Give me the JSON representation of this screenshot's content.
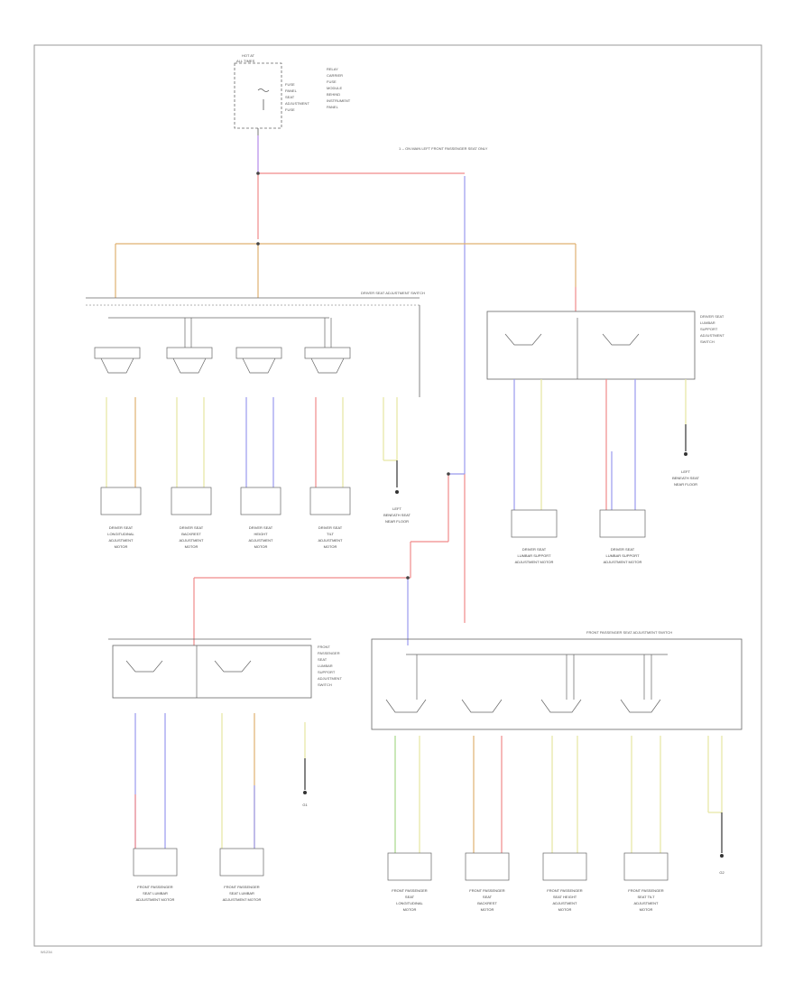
{
  "diagram": {
    "footer_code": "W1234",
    "top_note": "1 -- ON MAIN LEFT FRONT PASSENGER SEAT ONLY",
    "fuse": {
      "lines": [
        "HOT AT",
        "ALL TIMES"
      ],
      "desc": [
        "FUSE",
        "PANEL",
        "SEAT",
        "ADJUSTMENT",
        "FUSE"
      ],
      "side": [
        "RELAY",
        "CARRIER",
        "FUSE",
        "MODULE",
        "BEHIND",
        "INSTRUMENT",
        "PANEL"
      ]
    },
    "switch_labels": {
      "drv_main": [
        "DRIVER SEAT ADJUSTMENT SWITCH"
      ],
      "drv_lumbar": [
        "DRIVER SEAT",
        "LUMBAR",
        "SUPPORT",
        "ADJUSTMENT",
        "SWITCH"
      ],
      "pass_lumbar": [
        "FRONT",
        "PASSENGER",
        "SEAT",
        "LUMBAR",
        "SUPPORT",
        "ADJUSTMENT",
        "SWITCH"
      ],
      "pass_main": [
        "FRONT PASSENGER SEAT ADJUSTMENT SWITCH"
      ]
    },
    "motors": [
      {
        "lines": [
          "DRIVER SEAT",
          "LONGITUDINAL",
          "ADJUSTMENT",
          "MOTOR"
        ]
      },
      {
        "lines": [
          "DRIVER SEAT",
          "BACKREST",
          "ADJUSTMENT",
          "MOTOR"
        ]
      },
      {
        "lines": [
          "DRIVER SEAT",
          "HEIGHT",
          "ADJUSTMENT",
          "MOTOR"
        ]
      },
      {
        "lines": [
          "DRIVER SEAT",
          "TILT",
          "ADJUSTMENT",
          "MOTOR"
        ]
      },
      {
        "lines": [
          "DRIVER SEAT",
          "LUMBAR SUPPORT",
          "ADJUSTMENT MOTOR"
        ]
      },
      {
        "lines": [
          "DRIVER SEAT",
          "LUMBAR SUPPORT",
          "ADJUSTMENT MOTOR"
        ]
      },
      {
        "lines": [
          "FRONT PASSENGER",
          "SEAT LUMBAR",
          "ADJUSTMENT MOTOR"
        ]
      },
      {
        "lines": [
          "FRONT PASSENGER",
          "SEAT LUMBAR",
          "ADJUSTMENT MOTOR"
        ]
      },
      {
        "lines": [
          "FRONT PASSENGER",
          "SEAT",
          "LONGITUDINAL",
          "MOTOR"
        ]
      },
      {
        "lines": [
          "FRONT PASSENGER",
          "SEAT",
          "BACKREST",
          "MOTOR"
        ]
      },
      {
        "lines": [
          "FRONT PASSENGER",
          "SEAT HEIGHT",
          "ADJUSTMENT",
          "MOTOR"
        ]
      },
      {
        "lines": [
          "FRONT PASSENGER",
          "SEAT TILT",
          "ADJUSTMENT",
          "MOTOR"
        ]
      }
    ],
    "grounds": [
      {
        "lines": [
          "LEFT",
          "BENEATH SEAT",
          "NEAR FLOOR"
        ]
      },
      {
        "lines": [
          "LEFT",
          "BENEATH SEAT",
          "NEAR FLOOR"
        ]
      },
      {
        "lines": [
          "G1"
        ]
      },
      {
        "lines": [
          "G2"
        ]
      }
    ],
    "wire_colors": {
      "red": "#f08a8a",
      "blue": "#9a9aee",
      "orange": "#e0b070",
      "yellow": "#e6e6a0",
      "green": "#a8d88a",
      "violet": "#b48ae8",
      "black": "#333333"
    }
  }
}
